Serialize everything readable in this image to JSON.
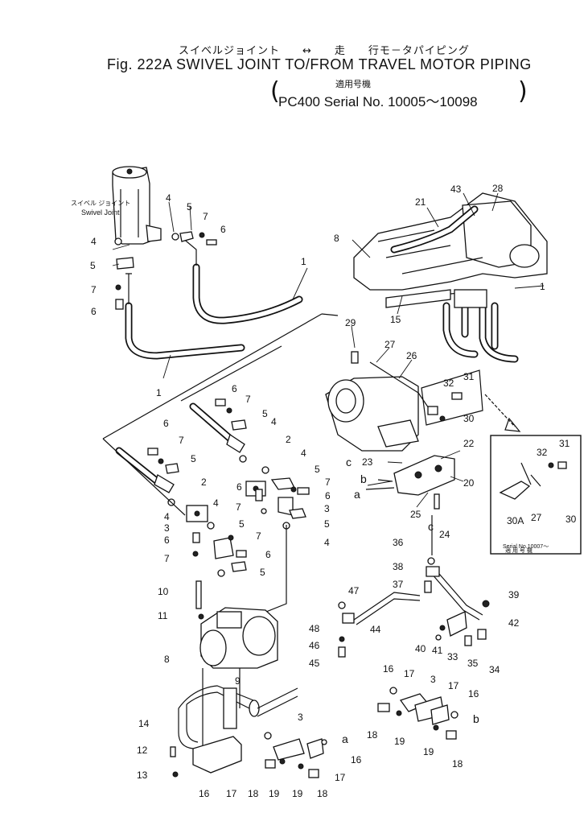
{
  "header": {
    "jp_title": "スイベルジョイント　　↔　　走　　行モ－タパイピング",
    "en_title": "Fig. 222A SWIVEL JOINT TO/FROM TRAVEL MOTOR PIPING",
    "jp_applicable": "適用号機",
    "serial": "PC400 Serial No. 10005～10098",
    "paren_left": "(",
    "paren_right": ")"
  },
  "diagram": {
    "swivel_label_jp": "スイベル ジョイント",
    "swivel_label_en": "Swivel Joint",
    "inset_jp": "適 用 号 機",
    "inset_serial": "Serial No.10007～",
    "part_numbers": {
      "p1a": "1",
      "p1b": "1",
      "p1c": "1",
      "p2a": "2",
      "p2b": "2",
      "p3a": "3",
      "p3b": "3",
      "p3c": "3",
      "p3d": "3",
      "p4a": "4",
      "p4b": "4",
      "p4c": "4",
      "p4d": "4",
      "p4e": "4",
      "p4f": "4",
      "p4g": "4",
      "p5a": "5",
      "p5b": "5",
      "p5c": "5",
      "p5d": "5",
      "p5e": "5",
      "p5f": "5",
      "p5g": "5",
      "p5h": "5",
      "p6a": "6",
      "p6b": "6",
      "p6c": "6",
      "p6d": "6",
      "p6e": "6",
      "p6f": "6",
      "p6g": "6",
      "p7a": "7",
      "p7b": "7",
      "p7c": "7",
      "p7d": "7",
      "p7e": "7",
      "p7f": "7",
      "p7g": "7",
      "p7h": "7",
      "p8a": "8",
      "p8b": "8",
      "p9": "9",
      "p10": "10",
      "p11": "11",
      "p12": "12",
      "p13": "13",
      "p14": "14",
      "p15": "15",
      "p16a": "16",
      "p16b": "16",
      "p16c": "16",
      "p16d": "16",
      "p17a": "17",
      "p17b": "17",
      "p17c": "17",
      "p17d": "17",
      "p18a": "18",
      "p18b": "18",
      "p18c": "18",
      "p18d": "18",
      "p19a": "19",
      "p19b": "19",
      "p19c": "19",
      "p19d": "19",
      "p20": "20",
      "p21": "21",
      "p22": "22",
      "p23": "23",
      "p24": "24",
      "p25": "25",
      "p26": "26",
      "p27a": "27",
      "p27b": "27",
      "p28": "28",
      "p29": "29",
      "p30a": "30",
      "p30b": "30",
      "p30A": "30A",
      "p31a": "31",
      "p31b": "31",
      "p32a": "32",
      "p32b": "32",
      "p33": "33",
      "p34": "34",
      "p35": "35",
      "p36": "36",
      "p37": "37",
      "p38": "38",
      "p39": "39",
      "p40": "40",
      "p41": "41",
      "p42": "42",
      "p43": "43",
      "p44": "44",
      "p45": "45",
      "p46": "46",
      "p47": "47",
      "p48": "48"
    },
    "connection_letters": {
      "a1": "a",
      "a2": "a",
      "b1": "b",
      "b2": "b",
      "c1": "c",
      "c2": "c"
    }
  }
}
